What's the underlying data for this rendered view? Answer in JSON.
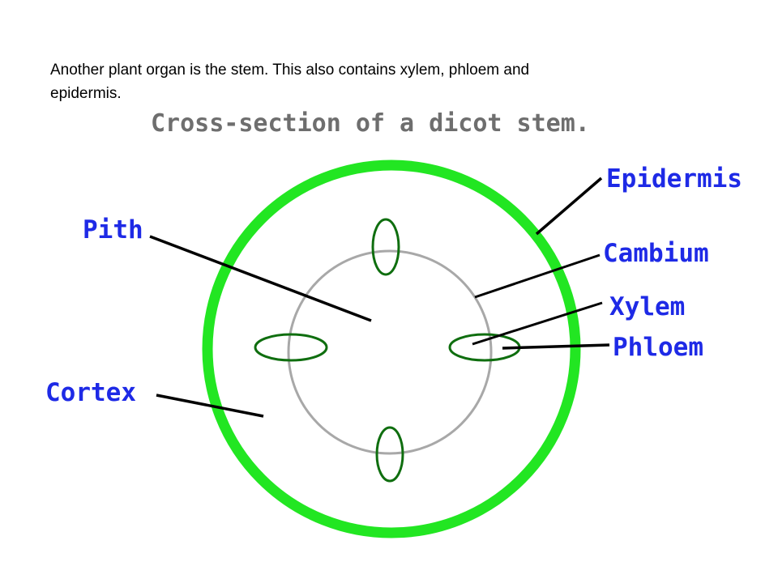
{
  "caption": {
    "line1": "Another plant organ is the stem. This also contains xylem, phloem and",
    "line2": "epidermis."
  },
  "diagram": {
    "title": "Cross-section of a dicot stem.",
    "labels": {
      "epidermis": "Epidermis",
      "pith": "Pith",
      "cambium": "Cambium",
      "xylem": "Xylem",
      "phloem": "Phloem",
      "cortex": "Cortex"
    }
  },
  "colors": {
    "title_text": "#6e6e6e",
    "label_text": "#1e2ae6",
    "epidermis_ring": "#22e622",
    "cambium_ring": "#a8a8a8",
    "vascular_bundle": "#0f6e0f",
    "leader_line": "#000000"
  }
}
